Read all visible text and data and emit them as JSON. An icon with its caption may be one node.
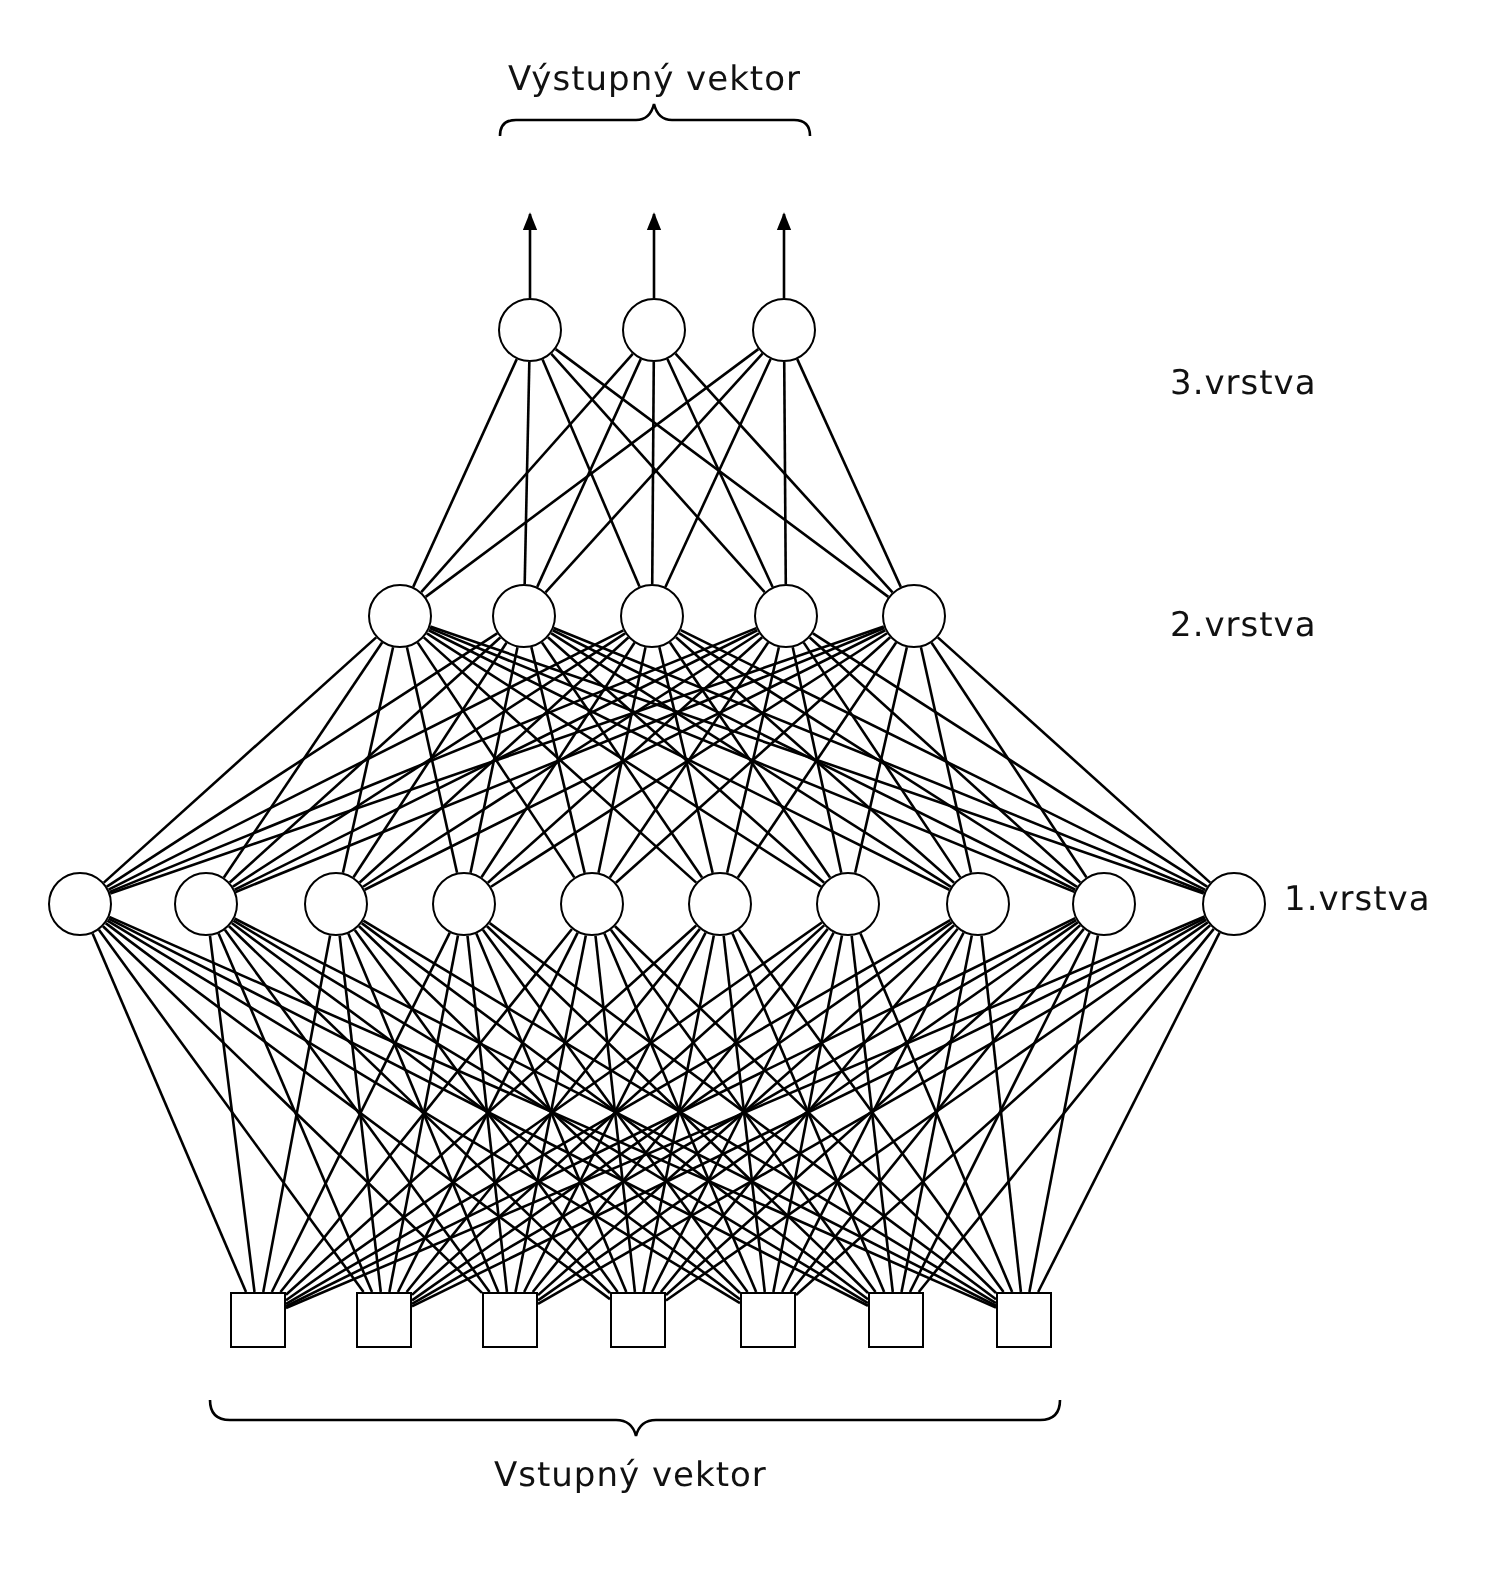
{
  "diagram": {
    "nodes": [
      {
        "text": [],
        "shape": "circle"
      },
      {
        "text": [],
        "shape": "circle"
      },
      {
        "text": [],
        "shape": "circle"
      },
      {
        "text": [],
        "shape": "circle"
      },
      {
        "text": [],
        "shape": "circle"
      },
      {
        "text": [],
        "shape": "circle"
      },
      {
        "text": [],
        "shape": "circle"
      },
      {
        "text": [],
        "shape": "circle"
      },
      {
        "text": [],
        "shape": "circle"
      },
      {
        "text": [],
        "shape": "circle"
      },
      {
        "text": [],
        "shape": "circle"
      },
      {
        "text": [],
        "shape": "circle"
      },
      {
        "text": [],
        "shape": "circle"
      },
      {
        "text": [],
        "shape": "circle"
      },
      {
        "text": [],
        "shape": "circle"
      },
      {
        "text": [],
        "shape": "circle"
      },
      {
        "text": [],
        "shape": "circle"
      },
      {
        "text": [],
        "shape": "circle"
      },
      {
        "text": [],
        "shape": "box"
      },
      {
        "text": [],
        "shape": "box"
      },
      {
        "text": [],
        "shape": "box"
      },
      {
        "text": [],
        "shape": "box"
      },
      {
        "text": [],
        "shape": "box"
      },
      {
        "text": [],
        "shape": "box"
      },
      {
        "text": [],
        "shape": "box"
      }
    ],
    "edges": [
      {
        "from": 0,
        "to": null,
        "arrow": "to"
      },
      {
        "from": 1,
        "to": null,
        "arrow": "to"
      },
      {
        "from": 2,
        "to": null,
        "arrow": "to"
      },
      {
        "from": 3,
        "to": 0,
        "arrow": "none"
      },
      {
        "from": 3,
        "to": 1,
        "arrow": "none"
      },
      {
        "from": 3,
        "to": 2,
        "arrow": "none"
      },
      {
        "from": 4,
        "to": 0,
        "arrow": "none"
      },
      {
        "from": 4,
        "to": 1,
        "arrow": "none"
      },
      {
        "from": 4,
        "to": 2,
        "arrow": "none"
      },
      {
        "from": 5,
        "to": 0,
        "arrow": "none"
      },
      {
        "from": 5,
        "to": 1,
        "arrow": "none"
      },
      {
        "from": 5,
        "to": 2,
        "arrow": "none"
      },
      {
        "from": 6,
        "to": 0,
        "arrow": "none"
      },
      {
        "from": 6,
        "to": 1,
        "arrow": "none"
      },
      {
        "from": 6,
        "to": 2,
        "arrow": "none"
      },
      {
        "from": 7,
        "to": 0,
        "arrow": "none"
      },
      {
        "from": 7,
        "to": 1,
        "arrow": "none"
      },
      {
        "from": 7,
        "to": 2,
        "arrow": "none"
      },
      {
        "from": 8,
        "to": 3,
        "arrow": "none"
      },
      {
        "from": 8,
        "to": 4,
        "arrow": "none"
      },
      {
        "from": 8,
        "to": 5,
        "arrow": "none"
      },
      {
        "from": 8,
        "to": 6,
        "arrow": "none"
      },
      {
        "from": 8,
        "to": 7,
        "arrow": "none"
      },
      {
        "from": 9,
        "to": 3,
        "arrow": "none"
      },
      {
        "from": 9,
        "to": 4,
        "arrow": "none"
      },
      {
        "from": 9,
        "to": 5,
        "arrow": "none"
      },
      {
        "from": 9,
        "to": 6,
        "arrow": "none"
      },
      {
        "from": 9,
        "to": 7,
        "arrow": "none"
      },
      {
        "from": 10,
        "to": 3,
        "arrow": "none"
      },
      {
        "from": 10,
        "to": 4,
        "arrow": "none"
      },
      {
        "from": 10,
        "to": 5,
        "arrow": "none"
      },
      {
        "from": 10,
        "to": 6,
        "arrow": "none"
      },
      {
        "from": 10,
        "to": 7,
        "arrow": "none"
      },
      {
        "from": 11,
        "to": 3,
        "arrow": "none"
      },
      {
        "from": 11,
        "to": 4,
        "arrow": "none"
      },
      {
        "from": 11,
        "to": 5,
        "arrow": "none"
      },
      {
        "from": 11,
        "to": 6,
        "arrow": "none"
      },
      {
        "from": 11,
        "to": 7,
        "arrow": "none"
      },
      {
        "from": 12,
        "to": 3,
        "arrow": "none"
      },
      {
        "from": 12,
        "to": 4,
        "arrow": "none"
      },
      {
        "from": 12,
        "to": 5,
        "arrow": "none"
      },
      {
        "from": 12,
        "to": 6,
        "arrow": "none"
      },
      {
        "from": 12,
        "to": 7,
        "arrow": "none"
      },
      {
        "from": 13,
        "to": 3,
        "arrow": "none"
      },
      {
        "from": 13,
        "to": 4,
        "arrow": "none"
      },
      {
        "from": 13,
        "to": 5,
        "arrow": "none"
      },
      {
        "from": 13,
        "to": 6,
        "arrow": "none"
      },
      {
        "from": 13,
        "to": 7,
        "arrow": "none"
      },
      {
        "from": 14,
        "to": 3,
        "arrow": "none"
      },
      {
        "from": 14,
        "to": 4,
        "arrow": "none"
      },
      {
        "from": 14,
        "to": 5,
        "arrow": "none"
      },
      {
        "from": 14,
        "to": 6,
        "arrow": "none"
      },
      {
        "from": 14,
        "to": 7,
        "arrow": "none"
      },
      {
        "from": 15,
        "to": 3,
        "arrow": "none"
      },
      {
        "from": 15,
        "to": 4,
        "arrow": "none"
      },
      {
        "from": 15,
        "to": 5,
        "arrow": "none"
      },
      {
        "from": 15,
        "to": 6,
        "arrow": "none"
      },
      {
        "from": 15,
        "to": 7,
        "arrow": "none"
      },
      {
        "from": 16,
        "to": 3,
        "arrow": "none"
      },
      {
        "from": 16,
        "to": 4,
        "arrow": "none"
      },
      {
        "from": 16,
        "to": 5,
        "arrow": "none"
      },
      {
        "from": 16,
        "to": 6,
        "arrow": "none"
      },
      {
        "from": 16,
        "to": 7,
        "arrow": "none"
      },
      {
        "from": 17,
        "to": 3,
        "arrow": "none"
      },
      {
        "from": 17,
        "to": 4,
        "arrow": "none"
      },
      {
        "from": 17,
        "to": 5,
        "arrow": "none"
      },
      {
        "from": 17,
        "to": 6,
        "arrow": "none"
      },
      {
        "from": 17,
        "to": 7,
        "arrow": "none"
      },
      {
        "from": 18,
        "to": 8,
        "arrow": "none"
      },
      {
        "from": 18,
        "to": 9,
        "arrow": "none"
      },
      {
        "from": 18,
        "to": 10,
        "arrow": "none"
      },
      {
        "from": 18,
        "to": 11,
        "arrow": "none"
      },
      {
        "from": 18,
        "to": 12,
        "arrow": "none"
      },
      {
        "from": 18,
        "to": 13,
        "arrow": "none"
      },
      {
        "from": 18,
        "to": 14,
        "arrow": "none"
      },
      {
        "from": 18,
        "to": 15,
        "arrow": "none"
      },
      {
        "from": 18,
        "to": 16,
        "arrow": "none"
      },
      {
        "from": 18,
        "to": 17,
        "arrow": "none"
      },
      {
        "from": 19,
        "to": 8,
        "arrow": "none"
      },
      {
        "from": 19,
        "to": 9,
        "arrow": "none"
      },
      {
        "from": 19,
        "to": 10,
        "arrow": "none"
      },
      {
        "from": 19,
        "to": 11,
        "arrow": "none"
      },
      {
        "from": 19,
        "to": 12,
        "arrow": "none"
      },
      {
        "from": 19,
        "to": 13,
        "arrow": "none"
      },
      {
        "from": 19,
        "to": 14,
        "arrow": "none"
      },
      {
        "from": 19,
        "to": 15,
        "arrow": "none"
      },
      {
        "from": 19,
        "to": 16,
        "arrow": "none"
      },
      {
        "from": 19,
        "to": 17,
        "arrow": "none"
      },
      {
        "from": 20,
        "to": 8,
        "arrow": "none"
      },
      {
        "from": 20,
        "to": 9,
        "arrow": "none"
      },
      {
        "from": 20,
        "to": 10,
        "arrow": "none"
      },
      {
        "from": 20,
        "to": 11,
        "arrow": "none"
      },
      {
        "from": 20,
        "to": 12,
        "arrow": "none"
      },
      {
        "from": 20,
        "to": 13,
        "arrow": "none"
      },
      {
        "from": 20,
        "to": 14,
        "arrow": "none"
      },
      {
        "from": 20,
        "to": 15,
        "arrow": "none"
      },
      {
        "from": 20,
        "to": 16,
        "arrow": "none"
      },
      {
        "from": 20,
        "to": 17,
        "arrow": "none"
      },
      {
        "from": 21,
        "to": 8,
        "arrow": "none"
      },
      {
        "from": 21,
        "to": 9,
        "arrow": "none"
      },
      {
        "from": 21,
        "to": 10,
        "arrow": "none"
      },
      {
        "from": 21,
        "to": 11,
        "arrow": "none"
      },
      {
        "from": 21,
        "to": 12,
        "arrow": "none"
      },
      {
        "from": 21,
        "to": 13,
        "arrow": "none"
      },
      {
        "from": 21,
        "to": 14,
        "arrow": "none"
      },
      {
        "from": 21,
        "to": 15,
        "arrow": "none"
      },
      {
        "from": 21,
        "to": 16,
        "arrow": "none"
      },
      {
        "from": 21,
        "to": 17,
        "arrow": "none"
      },
      {
        "from": 22,
        "to": 8,
        "arrow": "none"
      },
      {
        "from": 22,
        "to": 9,
        "arrow": "none"
      },
      {
        "from": 22,
        "to": 10,
        "arrow": "none"
      },
      {
        "from": 22,
        "to": 11,
        "arrow": "none"
      },
      {
        "from": 22,
        "to": 12,
        "arrow": "none"
      },
      {
        "from": 22,
        "to": 13,
        "arrow": "none"
      },
      {
        "from": 22,
        "to": 14,
        "arrow": "none"
      },
      {
        "from": 22,
        "to": 15,
        "arrow": "none"
      },
      {
        "from": 22,
        "to": 16,
        "arrow": "none"
      },
      {
        "from": 22,
        "to": 17,
        "arrow": "none"
      },
      {
        "from": 23,
        "to": 8,
        "arrow": "none"
      },
      {
        "from": 23,
        "to": 9,
        "arrow": "none"
      },
      {
        "from": 23,
        "to": 10,
        "arrow": "none"
      },
      {
        "from": 23,
        "to": 11,
        "arrow": "none"
      },
      {
        "from": 23,
        "to": 12,
        "arrow": "none"
      },
      {
        "from": 23,
        "to": 13,
        "arrow": "none"
      },
      {
        "from": 23,
        "to": 14,
        "arrow": "none"
      },
      {
        "from": 23,
        "to": 15,
        "arrow": "none"
      },
      {
        "from": 23,
        "to": 16,
        "arrow": "none"
      },
      {
        "from": 23,
        "to": 17,
        "arrow": "none"
      },
      {
        "from": 24,
        "to": 8,
        "arrow": "none"
      },
      {
        "from": 24,
        "to": 9,
        "arrow": "none"
      },
      {
        "from": 24,
        "to": 10,
        "arrow": "none"
      },
      {
        "from": 24,
        "to": 11,
        "arrow": "none"
      },
      {
        "from": 24,
        "to": 12,
        "arrow": "none"
      },
      {
        "from": 24,
        "to": 13,
        "arrow": "none"
      },
      {
        "from": 24,
        "to": 14,
        "arrow": "none"
      },
      {
        "from": 24,
        "to": 15,
        "arrow": "none"
      },
      {
        "from": 24,
        "to": 16,
        "arrow": "none"
      },
      {
        "from": 24,
        "to": 17,
        "arrow": "none"
      }
    ],
    "labels": [
      "Výstupný vektor",
      "3.vrstva",
      "2.vrstva",
      "1.vrstva",
      "Vstupný vektor"
    ]
  }
}
